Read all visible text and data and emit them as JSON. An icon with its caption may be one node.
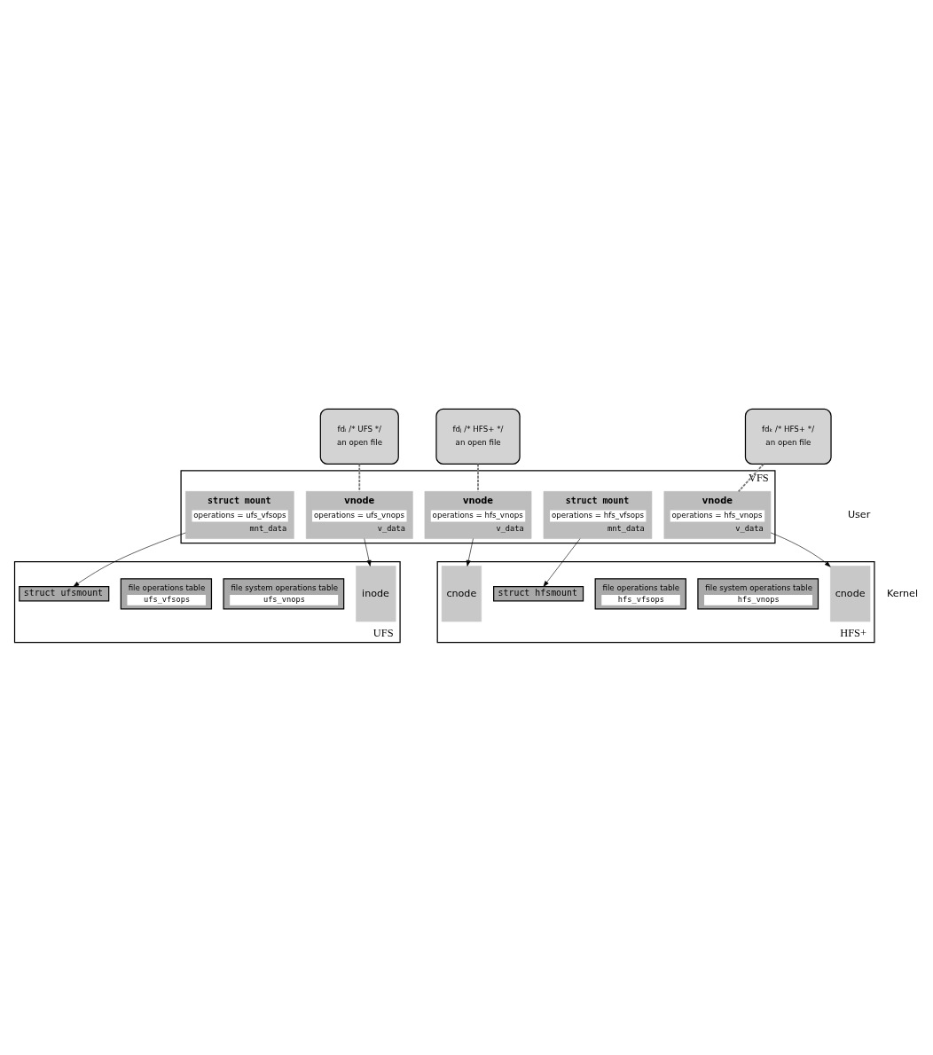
{
  "diagram": {
    "nodes": [
      {
        "text": [
          "fdᵢ /* UFS */",
          "an open file"
        ]
      },
      {
        "text": [
          "fdⱼ /* HFS+ */",
          "an open file"
        ]
      },
      {
        "text": [
          "fdₖ /* HFS+ */",
          "an open file"
        ]
      },
      {
        "text": [
          "VFS"
        ]
      },
      {
        "text": [
          "vnode",
          "operations = ufs_vnops",
          "v_data"
        ],
        "in": 3
      },
      {
        "text": [
          "vnode",
          "operations = hfs_vnops",
          "v_data"
        ],
        "in": 3
      },
      {
        "text": [
          "vnode",
          "operations = hfs_vnops",
          "v_data"
        ],
        "in": 3
      },
      {
        "text": [
          "struct mount",
          "operations = ufs_vfsops",
          "mnt_data"
        ],
        "in": 3
      },
      {
        "text": [
          "struct mount",
          "operations = hfs_vfsops",
          "mnt_data"
        ],
        "in": 3
      },
      {
        "text": [
          "UFS"
        ]
      },
      {
        "text": [
          "struct ufsmount"
        ],
        "in": 9
      },
      {
        "text": [
          "file system operations table",
          "ufs_vnops"
        ],
        "in": 9
      },
      {
        "text": [
          "file operations table",
          "ufs_vfsops"
        ],
        "in": 9
      },
      {
        "text": [
          "inode"
        ],
        "in": 9
      },
      {
        "text": [
          "HFS+"
        ]
      },
      {
        "text": [
          "struct hfsmount"
        ],
        "in": 14
      },
      {
        "text": [
          "file system operations table",
          "hfs_vnops"
        ],
        "in": 14
      },
      {
        "text": [
          "file operations table",
          "hfs_vfsops"
        ],
        "in": 14
      },
      {
        "text": [
          "cnode"
        ],
        "in": 14
      },
      {
        "text": [
          "cnode"
        ],
        "in": 14
      }
    ],
    "edges": [
      {
        "from": 0,
        "to": 4,
        "arrow": "none",
        "style": "dashed",
        "color": "#777777"
      },
      {
        "from": 1,
        "to": 5,
        "arrow": "none",
        "style": "dashed",
        "color": "#777777"
      },
      {
        "from": 2,
        "to": 6,
        "arrow": "none",
        "style": "dashed",
        "color": "#777777"
      },
      {
        "from": 4,
        "to": 13,
        "arrow": "to"
      },
      {
        "from": 5,
        "to": 18,
        "arrow": "to"
      },
      {
        "from": 6,
        "to": 19,
        "arrow": "to"
      },
      {
        "from": 7,
        "to": 10,
        "arrow": "to"
      },
      {
        "from": 8,
        "to": 15,
        "arrow": "to"
      }
    ],
    "labels": [
      "User",
      "Kernel"
    ]
  }
}
